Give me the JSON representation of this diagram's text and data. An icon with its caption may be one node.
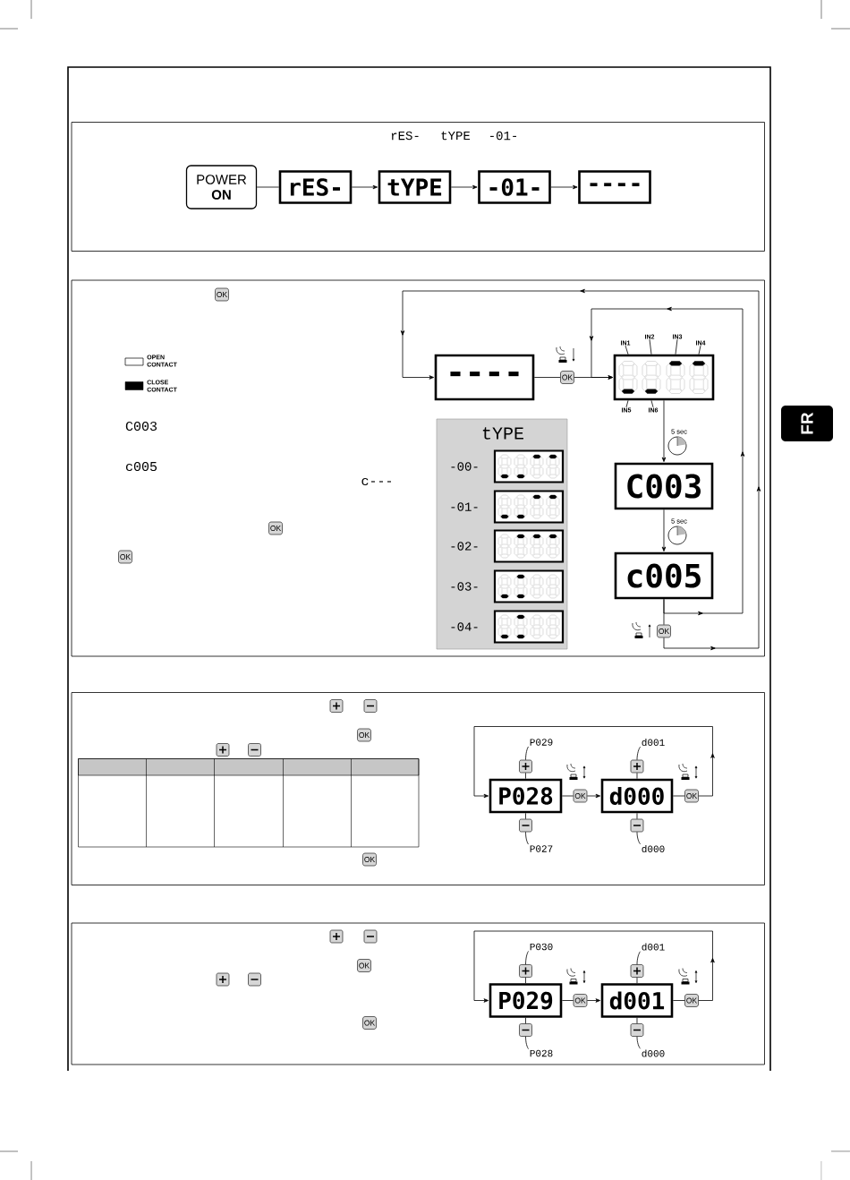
{
  "diagram": {
    "nodes": [
      {
        "text": [
          "POWER **ON**"
        ]
      },
      {
        "text": [
          "rES-"
        ]
      },
      {
        "text": [
          "tYPE"
        ]
      },
      {
        "text": [
          "-01-"
        ]
      },
      {
        "text": [
          "----"
        ]
      },
      {
        "text": [
          "----"
        ]
      },
      {
        "text": [
          "OK"
        ]
      },
      {
        "text": [],
        "shape": "box"
      },
      {
        "text": [
          "IN1"
        ]
      },
      {
        "text": [
          "IN2"
        ]
      },
      {
        "text": [
          "IN3"
        ]
      },
      {
        "text": [
          "IN4"
        ]
      },
      {
        "text": [
          "IN5"
        ]
      },
      {
        "text": [
          "IN6"
        ]
      },
      {
        "text": [
          "tYPE",
          "-00-",
          "-01-",
          "-02-",
          "-03-",
          "-04-"
        ]
      },
      {
        "text": [
          "C003"
        ]
      },
      {
        "text": [
          "c005"
        ]
      },
      {
        "text": [
          "OK"
        ]
      },
      {
        "text": [
          "P028"
        ]
      },
      {
        "text": [
          "OK"
        ]
      },
      {
        "text": [
          "d000"
        ]
      },
      {
        "text": [
          "OK"
        ]
      },
      {
        "text": [],
        "shape": "box"
      },
      {
        "text": [],
        "shape": "box"
      },
      {
        "text": [],
        "shape": "box"
      },
      {
        "text": [],
        "shape": "box"
      },
      {
        "text": [
          "P029"
        ]
      },
      {
        "text": [
          "P027"
        ]
      },
      {
        "text": [
          "d001"
        ]
      },
      {
        "text": [
          "d000"
        ]
      },
      {
        "text": [
          "P029"
        ]
      },
      {
        "text": [
          "OK"
        ]
      },
      {
        "text": [
          "d001"
        ]
      },
      {
        "text": [
          "OK"
        ]
      },
      {
        "text": [],
        "shape": "box"
      },
      {
        "text": [],
        "shape": "box"
      },
      {
        "text": [],
        "shape": "box"
      },
      {
        "text": [],
        "shape": "box"
      },
      {
        "text": [
          "P030"
        ]
      },
      {
        "text": [
          "P028"
        ]
      },
      {
        "text": [
          "d001"
        ]
      },
      {
        "text": [
          "d000"
        ]
      }
    ],
    "edges": [
      {
        "from": 0,
        "to": 1,
        "arrow": "none"
      },
      {
        "from": 1,
        "to": 2,
        "arrow": "to"
      },
      {
        "from": 2,
        "to": 3,
        "arrow": "to"
      },
      {
        "from": 3,
        "to": 4,
        "arrow": "to"
      },
      {
        "from": 5,
        "to": 6,
        "arrow": "none"
      },
      {
        "from": 6,
        "to": 7,
        "arrow": "to"
      },
      {
        "from": 7,
        "to": 15,
        "arrow": "to",
        "label": "5 sec"
      },
      {
        "from": 15,
        "to": 16,
        "arrow": "to",
        "label": "5 sec"
      },
      {
        "from": 16,
        "to": 7,
        "arrow": "to"
      },
      {
        "from": 16,
        "to": 17,
        "arrow": "none"
      },
      {
        "from": 17,
        "to": 5,
        "arrow": "to"
      },
      {
        "from": 8,
        "to": 7,
        "arrow": "none"
      },
      {
        "from": 9,
        "to": 7,
        "arrow": "none"
      },
      {
        "from": 10,
        "to": 7,
        "arrow": "none"
      },
      {
        "from": 11,
        "to": 7,
        "arrow": "none"
      },
      {
        "from": 12,
        "to": 7,
        "arrow": "none"
      },
      {
        "from": 13,
        "to": 7,
        "arrow": "none"
      },
      {
        "from": 18,
        "to": 19,
        "arrow": "none"
      },
      {
        "from": 19,
        "to": 20,
        "arrow": "to"
      },
      {
        "from": 20,
        "to": 21,
        "arrow": "none"
      },
      {
        "from": 21,
        "to": 18,
        "arrow": "to"
      },
      {
        "from": 22,
        "to": 18,
        "arrow": "none"
      },
      {
        "from": 23,
        "to": 18,
        "arrow": "none"
      },
      {
        "from": 24,
        "to": 20,
        "arrow": "none"
      },
      {
        "from": 25,
        "to": 20,
        "arrow": "none"
      },
      {
        "from": 26,
        "to": 22,
        "arrow": "none"
      },
      {
        "from": 27,
        "to": 23,
        "arrow": "none"
      },
      {
        "from": 28,
        "to": 24,
        "arrow": "none"
      },
      {
        "from": 29,
        "to": 25,
        "arrow": "none"
      },
      {
        "from": 30,
        "to": 31,
        "arrow": "none"
      },
      {
        "from": 31,
        "to": 32,
        "arrow": "to"
      },
      {
        "from": 32,
        "to": 33,
        "arrow": "none"
      },
      {
        "from": 33,
        "to": 30,
        "arrow": "to"
      },
      {
        "from": 34,
        "to": 30,
        "arrow": "none"
      },
      {
        "from": 35,
        "to": 30,
        "arrow": "none"
      },
      {
        "from": 36,
        "to": 32,
        "arrow": "none"
      },
      {
        "from": 37,
        "to": 32,
        "arrow": "none"
      },
      {
        "from": 38,
        "to": 34,
        "arrow": "none"
      },
      {
        "from": 39,
        "to": 35,
        "arrow": "none"
      },
      {
        "from": 40,
        "to": 36,
        "arrow": "none"
      },
      {
        "from": 41,
        "to": 37,
        "arrow": "none"
      }
    ],
    "labels": [
      "rES-",
      "tYPE",
      "-01-",
      "OK",
      "C003",
      "c005",
      "c---",
      "OK",
      "OK",
      "OK",
      "OK",
      "OK",
      "OK",
      "FR"
    ],
    "legend": [
      {
        "text": "OPEN CONTACT"
      },
      {
        "text": "CLOSE CONTACT",
        "color": "#000000"
      }
    ]
  }
}
